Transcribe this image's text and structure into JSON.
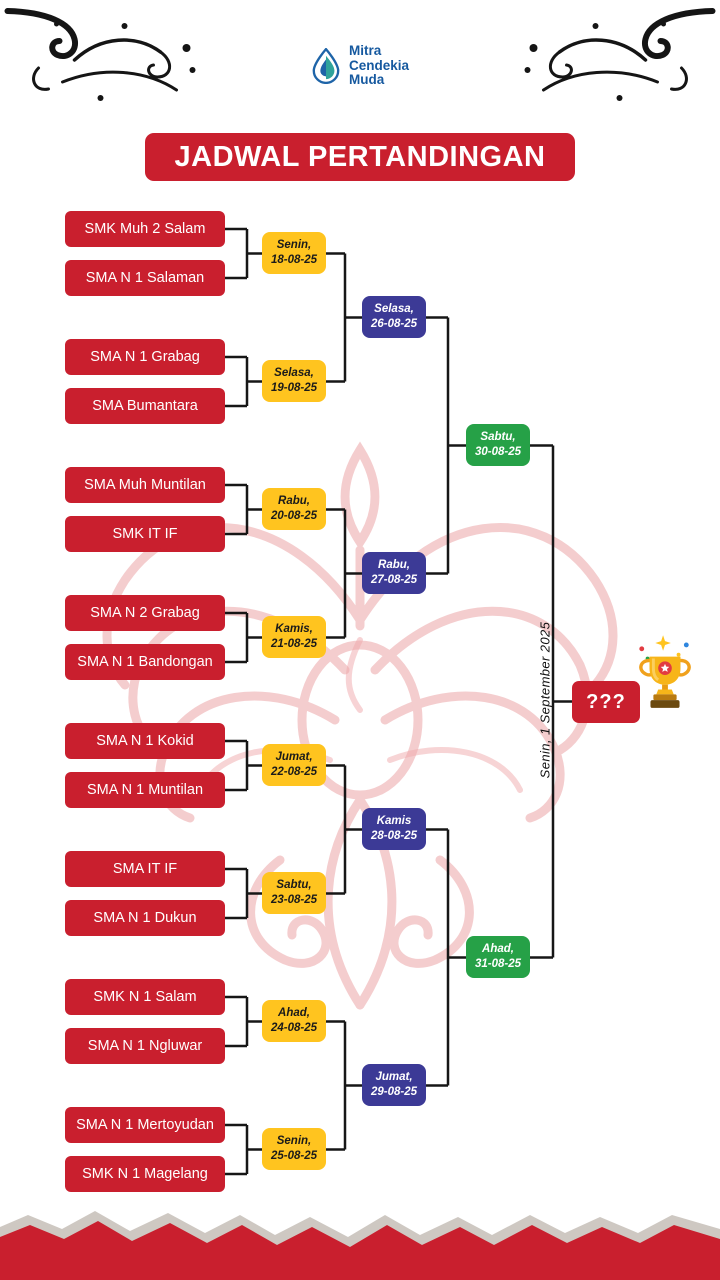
{
  "colors": {
    "red": "#C91F2E",
    "yellow": "#FFC41F",
    "navy": "#3C3A96",
    "green": "#26A147",
    "logo_blue": "#16599F",
    "logo_teal": "#2FA39B"
  },
  "header": {
    "logo": {
      "name": "Mitra Cendekia Muda",
      "lines": [
        "Mitra",
        "Cendekia",
        "Muda"
      ]
    },
    "title": "JADWAL PERTANDINGAN"
  },
  "bracket": {
    "round_of_16": [
      {
        "team_a": "SMK Muh 2 Salam",
        "team_b": "SMA N 1 Salaman",
        "day": "Senin,",
        "date": "18-08-25"
      },
      {
        "team_a": "SMA N 1 Grabag",
        "team_b": "SMA Bumantara",
        "day": "Selasa,",
        "date": "19-08-25"
      },
      {
        "team_a": "SMA Muh Muntilan",
        "team_b": "SMK IT IF",
        "day": "Rabu,",
        "date": "20-08-25"
      },
      {
        "team_a": "SMA N 2 Grabag",
        "team_b": "SMA N 1 Bandongan",
        "day": "Kamis,",
        "date": "21-08-25"
      },
      {
        "team_a": "SMA N 1 Kokid",
        "team_b": "SMA N 1 Muntilan",
        "day": "Jumat,",
        "date": "22-08-25"
      },
      {
        "team_a": "SMA IT IF",
        "team_b": "SMA N 1 Dukun",
        "day": "Sabtu,",
        "date": "23-08-25"
      },
      {
        "team_a": "SMK N 1 Salam",
        "team_b": "SMA N 1 Ngluwar",
        "day": "Ahad,",
        "date": "24-08-25"
      },
      {
        "team_a": "SMA N 1 Mertoyudan",
        "team_b": "SMK N 1 Magelang",
        "day": "Senin,",
        "date": "25-08-25"
      }
    ],
    "quarterfinals": [
      {
        "day": "Selasa,",
        "date": "26-08-25"
      },
      {
        "day": "Rabu,",
        "date": "27-08-25"
      },
      {
        "day": "Kamis",
        "date": "28-08-25"
      },
      {
        "day": "Jumat,",
        "date": "29-08-25"
      }
    ],
    "semifinals": [
      {
        "day": "Sabtu,",
        "date": "30-08-25"
      },
      {
        "day": "Ahad,",
        "date": "31-08-25"
      }
    ],
    "final": {
      "schedule": "Senin, 1 September 2025",
      "winner_placeholder": "???"
    }
  },
  "icons": {
    "logo_icon": "water-drop-logo-icon",
    "trophy": "champion-trophy-icon"
  }
}
